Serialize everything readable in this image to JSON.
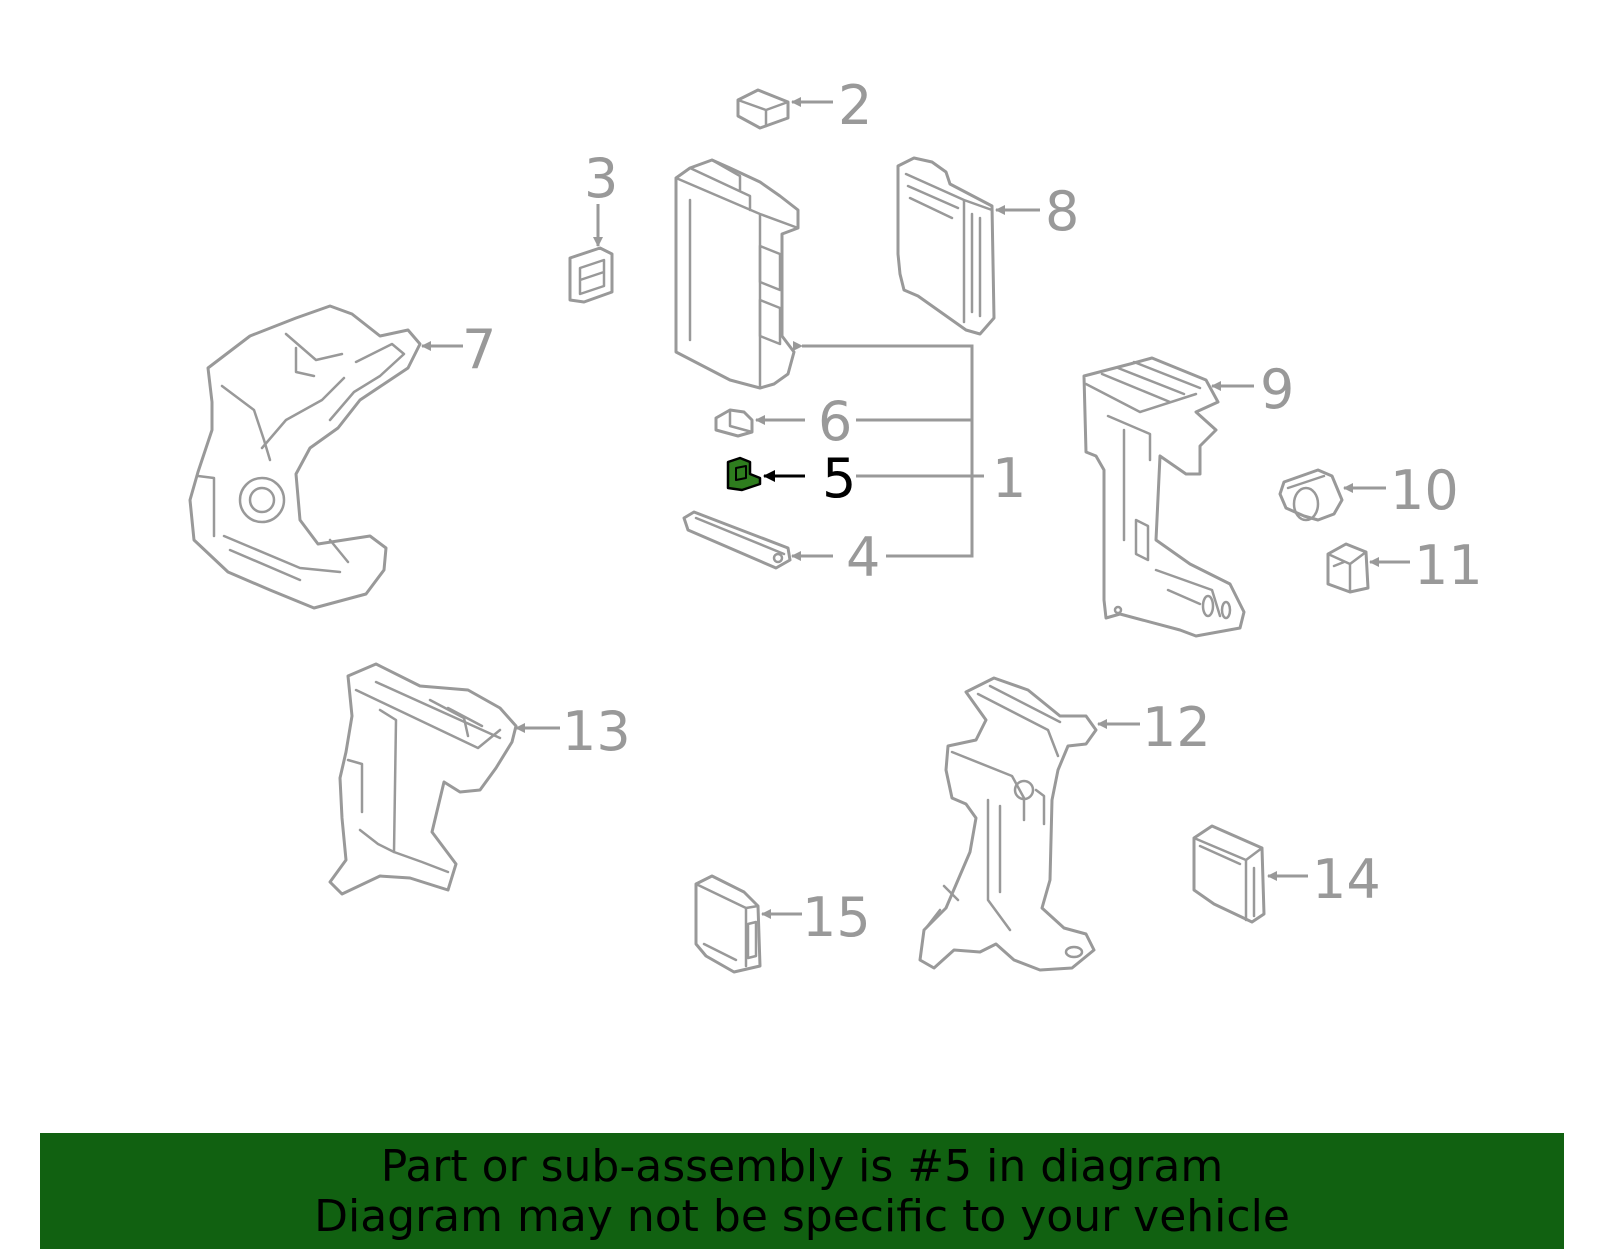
{
  "diagram": {
    "callouts": {
      "c1": "1",
      "c2": "2",
      "c3": "3",
      "c4": "4",
      "c5": "5",
      "c6": "6",
      "c7": "7",
      "c8": "8",
      "c9": "9",
      "c10": "10",
      "c11": "11",
      "c12": "12",
      "c13": "13",
      "c14": "14",
      "c15": "15"
    },
    "highlighted_part": "5",
    "colors": {
      "part_stroke": "#999999",
      "highlight_fill": "#2e7d1e",
      "highlight_text": "#000000",
      "banner_bg": "#116111"
    }
  },
  "banner": {
    "line1": "Part or sub-assembly is #5 in diagram",
    "line2": "Diagram may not be specific to your vehicle"
  }
}
